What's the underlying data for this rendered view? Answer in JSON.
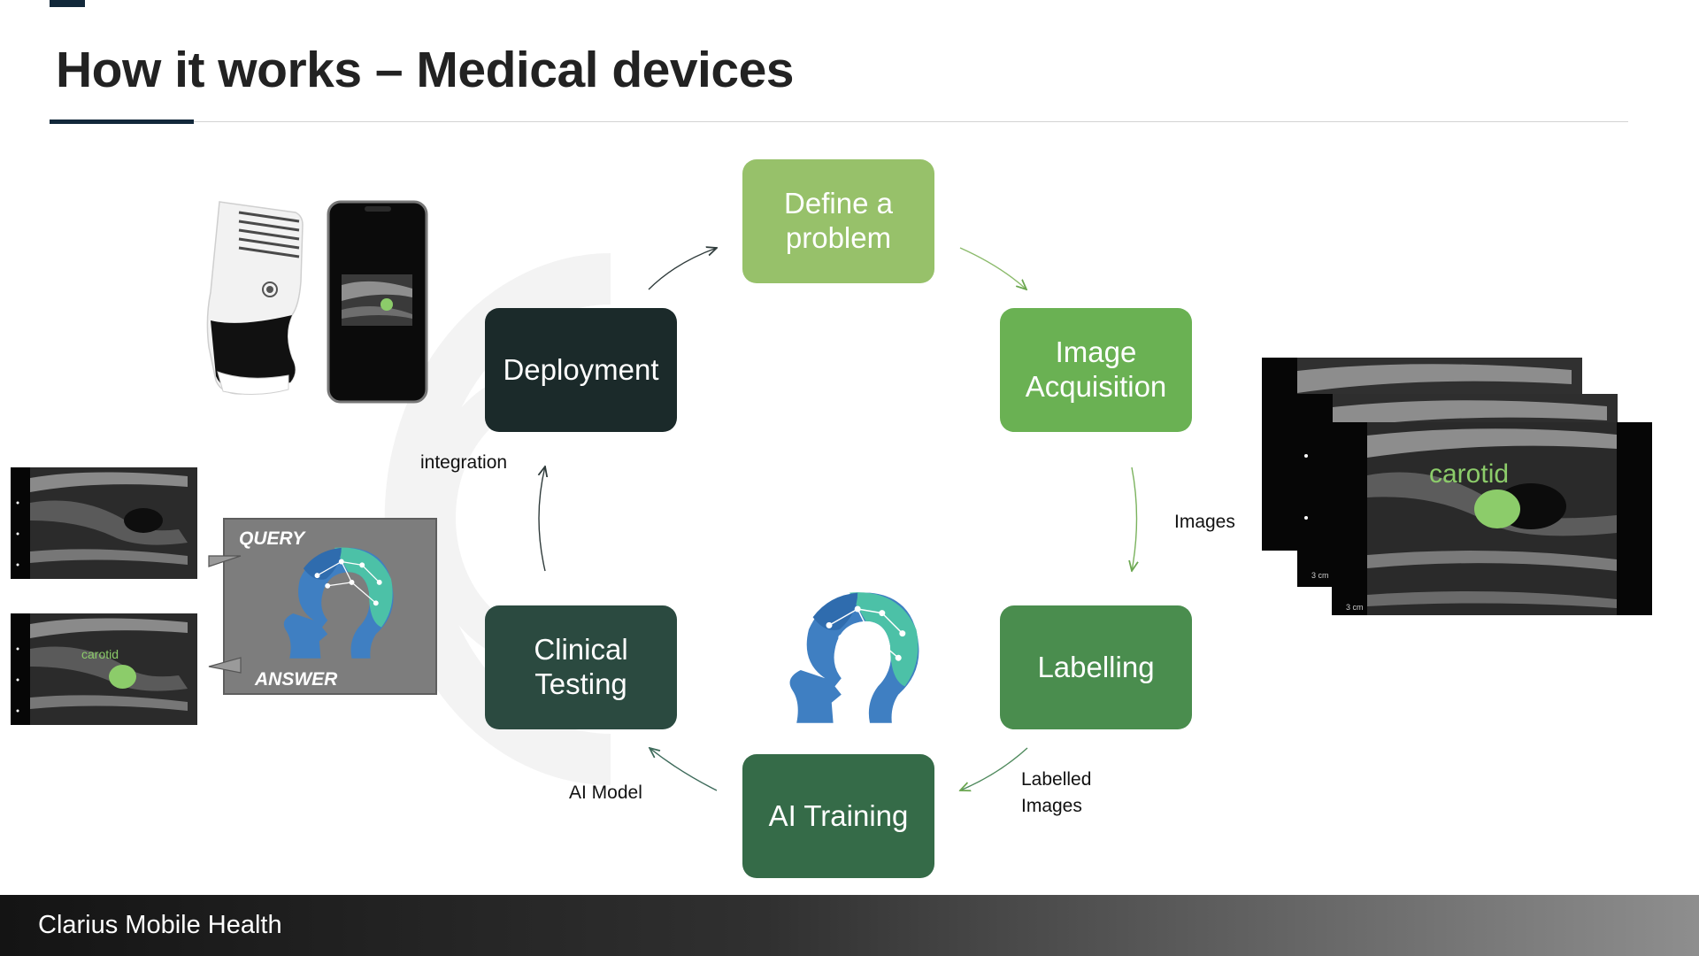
{
  "slide": {
    "title": "How it works – Medical devices",
    "footer": "Clarius Mobile Health"
  },
  "cycle": {
    "steps": {
      "define": {
        "line1": "Define a",
        "line2": "problem"
      },
      "acquisition": {
        "line1": "Image",
        "line2": "Acquisition"
      },
      "labelling": {
        "label": "Labelling"
      },
      "training": {
        "label": "AI Training"
      },
      "testing": {
        "line1": "Clinical",
        "line2": "Testing"
      },
      "deployment": {
        "label": "Deployment"
      }
    },
    "edge_labels": {
      "images": "Images",
      "labelled_1": "Labelled",
      "labelled_2": "Images",
      "ai_model": "AI Model",
      "integration": "integration"
    }
  },
  "illustrations": {
    "carotid_label": "carotid",
    "carotid_label_small": "carotid",
    "query": "QUERY",
    "answer": "ANSWER",
    "scale": "3 cm"
  },
  "colors": {
    "define": "#97c16a",
    "acquisition": "#6ab153",
    "labelling": "#4a8d4e",
    "training": "#356b48",
    "testing": "#2b4a40",
    "deployment": "#1b2a2a",
    "title_accent": "#12283a",
    "carotid_marker": "#8ccc6a"
  }
}
